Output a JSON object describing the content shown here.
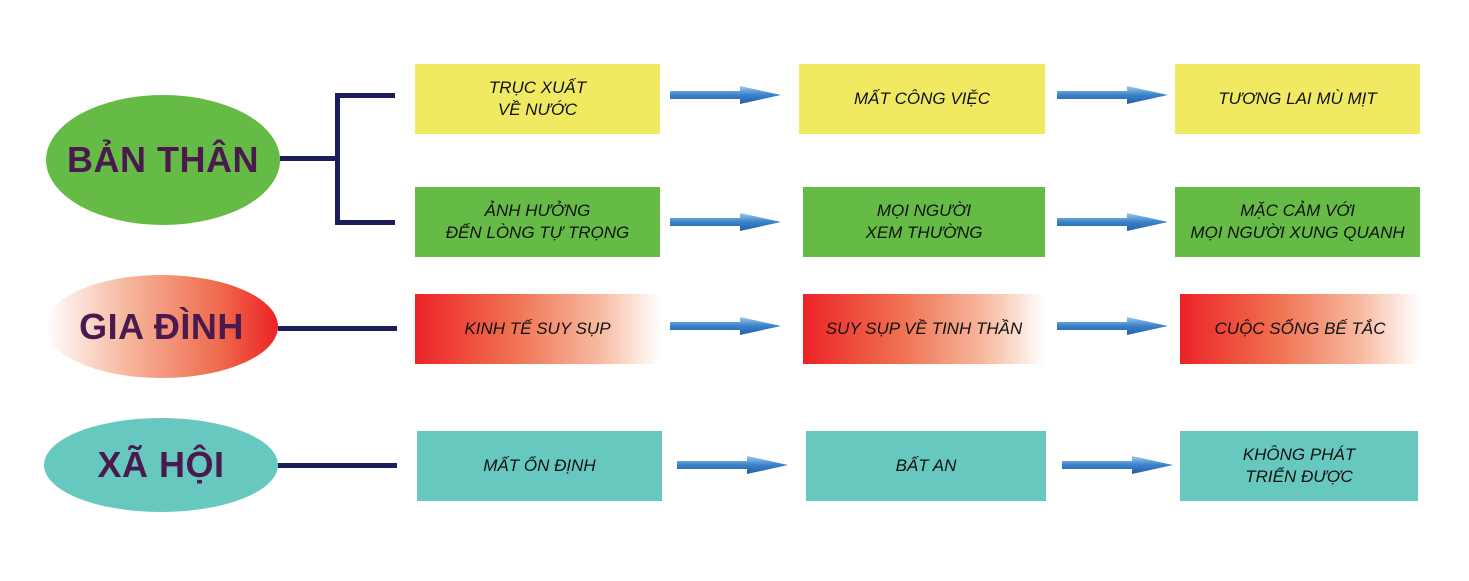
{
  "colors": {
    "green": "#65bb46",
    "yellow": "#f0ea62",
    "teal": "#67c8bf",
    "red": "#ec2227",
    "text_dark": "#4a1a4e",
    "connector": "#1e1d5c",
    "arrow": "#3b82c9"
  },
  "categories": [
    {
      "label": "BẢN THÂN",
      "style": "green"
    },
    {
      "label": "GIA ĐÌNH",
      "style": "red-gradient"
    },
    {
      "label": "XÃ HỘI",
      "style": "teal"
    }
  ],
  "rows": [
    {
      "category": 0,
      "style": "yellow",
      "steps": [
        "TRỤC XUẤT\nVỀ NƯỚC",
        "MẤT CÔNG VIỆC",
        "TƯƠNG LAI MÙ MỊT"
      ]
    },
    {
      "category": 0,
      "style": "green",
      "steps": [
        "ẢNH HƯỞNG\nĐẾN LÒNG TỰ TRỌNG",
        "MỌI NGƯỜI\nXEM THƯỜNG",
        "MẶC CẢM VỚI\nMỌI NGƯỜI XUNG QUANH"
      ]
    },
    {
      "category": 1,
      "style": "red-gradient",
      "steps": [
        "KINH TẾ SUY SỤP",
        "SUY SỤP VỀ TINH THẦN",
        "CUỘC SỐNG BẾ TẮC"
      ]
    },
    {
      "category": 2,
      "style": "teal",
      "steps": [
        "MẤT ỔN ĐỊNH",
        "BẤT AN",
        "KHÔNG PHÁT\nTRIỂN ĐƯỢC"
      ]
    }
  ]
}
